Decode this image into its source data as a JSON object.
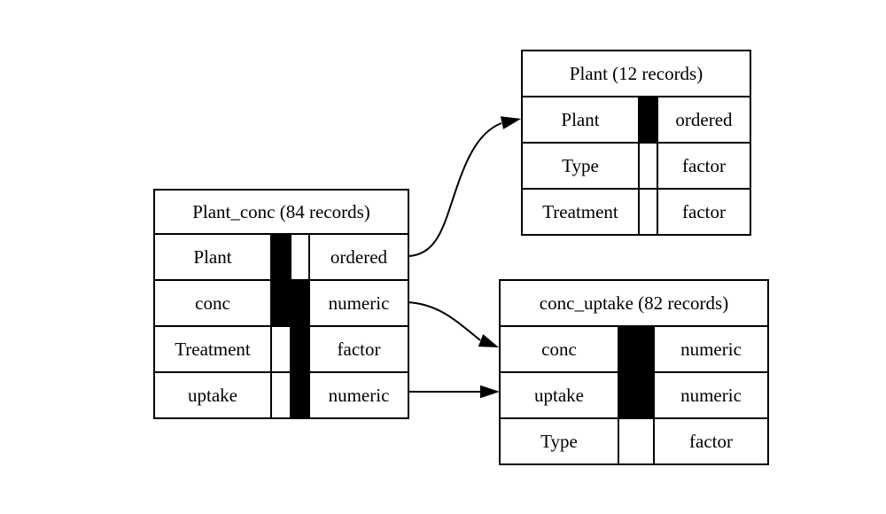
{
  "colors": {
    "background": "#ffffff",
    "line": "#000000",
    "key_fill": "#000000",
    "text": "#000000"
  },
  "tables": [
    {
      "id": "Plant_conc",
      "title": "Plant_conc (84 records)",
      "record_count": 84,
      "key_columns": 2,
      "rows": [
        {
          "name": "Plant",
          "type": "ordered",
          "keys": [
            true,
            false
          ]
        },
        {
          "name": "conc",
          "type": "numeric",
          "keys": [
            true,
            true
          ]
        },
        {
          "name": "Treatment",
          "type": "factor",
          "keys": [
            false,
            true
          ]
        },
        {
          "name": "uptake",
          "type": "numeric",
          "keys": [
            false,
            true
          ]
        }
      ]
    },
    {
      "id": "Plant",
      "title": "Plant (12 records)",
      "record_count": 12,
      "key_columns": 1,
      "rows": [
        {
          "name": "Plant",
          "type": "ordered",
          "keys": [
            true
          ]
        },
        {
          "name": "Type",
          "type": "factor",
          "keys": [
            false
          ]
        },
        {
          "name": "Treatment",
          "type": "factor",
          "keys": [
            false
          ]
        }
      ]
    },
    {
      "id": "conc_uptake",
      "title": "conc_uptake (82 records)",
      "record_count": 82,
      "key_columns": 1,
      "rows": [
        {
          "name": "conc",
          "type": "numeric",
          "keys": [
            true
          ]
        },
        {
          "name": "uptake",
          "type": "numeric",
          "keys": [
            true
          ]
        },
        {
          "name": "Type",
          "type": "factor",
          "keys": [
            false
          ]
        }
      ]
    }
  ],
  "arrows": [
    {
      "from": "Plant_conc.Plant",
      "to": "Plant.Plant"
    },
    {
      "from": "Plant_conc.conc",
      "to": "conc_uptake.conc"
    },
    {
      "from": "Plant_conc.uptake",
      "to": "conc_uptake.uptake"
    }
  ]
}
